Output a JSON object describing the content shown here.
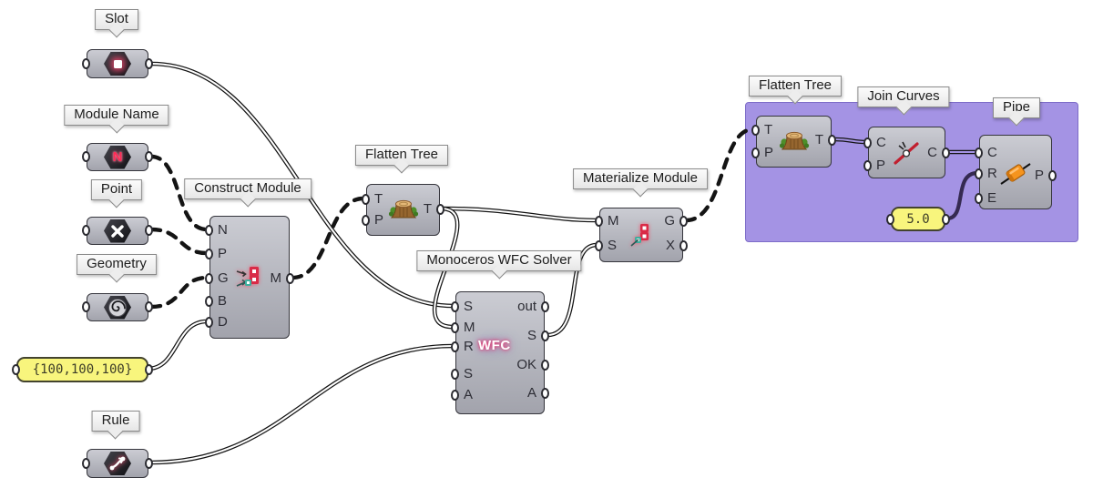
{
  "canvas": {
    "background": "#ffffff"
  },
  "colors": {
    "group_fill": "#a493e4",
    "group_border": "#7d6cc8",
    "node_fill_top": "#cbccd3",
    "node_fill_bottom": "#a2a3ac",
    "node_border": "#35353c",
    "panel_fill": "#f8f57d",
    "wire": "#141414",
    "wire_in_group": "#352a52",
    "wfc_glow": "#e8326e"
  },
  "nodes": {
    "slot": {
      "label": "Slot"
    },
    "module_name": {
      "label": "Module Name"
    },
    "point": {
      "label": "Point"
    },
    "geometry": {
      "label": "Geometry"
    },
    "rule": {
      "label": "Rule"
    },
    "construct": {
      "label": "Construct Module",
      "inputs": [
        "N",
        "P",
        "G",
        "B",
        "D"
      ],
      "outputs": [
        "M"
      ]
    },
    "flatten_mid": {
      "label": "Flatten Tree",
      "inputs": [
        "T",
        "P"
      ],
      "outputs": [
        "T"
      ]
    },
    "solver": {
      "label": "Monoceros WFC Solver",
      "icon_text": "WFC",
      "inputs": [
        "S",
        "M",
        "R",
        "S",
        "A"
      ],
      "outputs": [
        "out",
        "S",
        "OK",
        "A"
      ]
    },
    "materialize": {
      "label": "Materialize Module",
      "inputs": [
        "M",
        "S"
      ],
      "outputs": [
        "G",
        "X"
      ]
    },
    "flatten_right": {
      "label": "Flatten Tree",
      "inputs": [
        "T",
        "P"
      ],
      "outputs": [
        "T"
      ]
    },
    "join": {
      "label": "Join Curves",
      "inputs": [
        "C",
        "P"
      ],
      "outputs": [
        "C"
      ]
    },
    "pipe": {
      "label": "Pipe",
      "inputs": [
        "C",
        "R",
        "E"
      ],
      "outputs": [
        "P"
      ]
    }
  },
  "panels": {
    "grid": {
      "value": "{100,100,100}"
    },
    "radius": {
      "value": "5.0"
    }
  },
  "connections": [
    {
      "from": "slot.out",
      "to": "solver.S1",
      "style": "tube"
    },
    {
      "from": "module_name.out",
      "to": "construct.N",
      "style": "dashed"
    },
    {
      "from": "point.out",
      "to": "construct.P",
      "style": "dashed"
    },
    {
      "from": "geometry.out",
      "to": "construct.G",
      "style": "dashed"
    },
    {
      "from": "panel_grid.out",
      "to": "construct.D",
      "style": "tube"
    },
    {
      "from": "construct.M",
      "to": "flatten_mid.T",
      "style": "dashed"
    },
    {
      "from": "flatten_mid.T",
      "to": "materialize.M",
      "style": "tube"
    },
    {
      "from": "flatten_mid.T",
      "to": "solver.M",
      "style": "tube"
    },
    {
      "from": "solver.S_out",
      "to": "materialize.S",
      "style": "tube"
    },
    {
      "from": "materialize.G",
      "to": "flatten_right.T",
      "style": "dashed"
    },
    {
      "from": "flatten_right.T",
      "to": "join.C",
      "style": "tube"
    },
    {
      "from": "join.C",
      "to": "pipe.C",
      "style": "tube"
    },
    {
      "from": "panel_radius.out",
      "to": "pipe.R",
      "style": "solid"
    },
    {
      "from": "rule.out",
      "to": "solver.R",
      "style": "tube"
    }
  ]
}
